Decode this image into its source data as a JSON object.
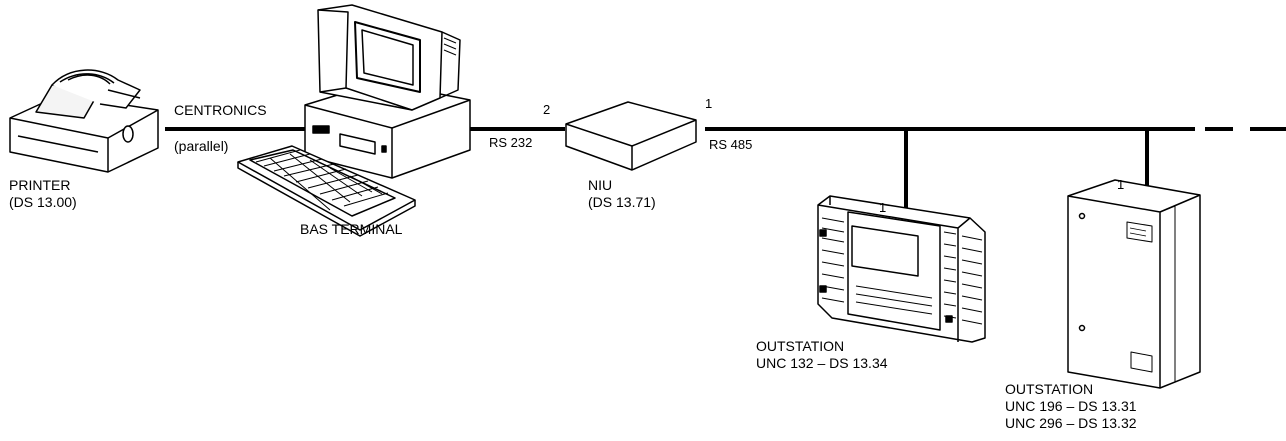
{
  "labels": {
    "centronics": "CENTRONICS",
    "parallel": "(parallel)",
    "printer": "PRINTER",
    "printer_ds": "(DS 13.00)",
    "terminal": "BAS TERMINAL",
    "rs232": "RS 232",
    "rs485": "RS 485",
    "niu": "NIU",
    "niu_ds": "(DS 13.71)",
    "port_niu_in": "2",
    "port_niu_out": "1",
    "port_out1": "1",
    "port_out2": "1",
    "outstation1_title": "OUTSTATION",
    "outstation1_model": "UNC 132 – DS 13.34",
    "outstation2_title": "OUTSTATION",
    "outstation2_model_a": "UNC 196 – DS 13.31",
    "outstation2_model_b": "UNC 296 – DS 13.32"
  }
}
